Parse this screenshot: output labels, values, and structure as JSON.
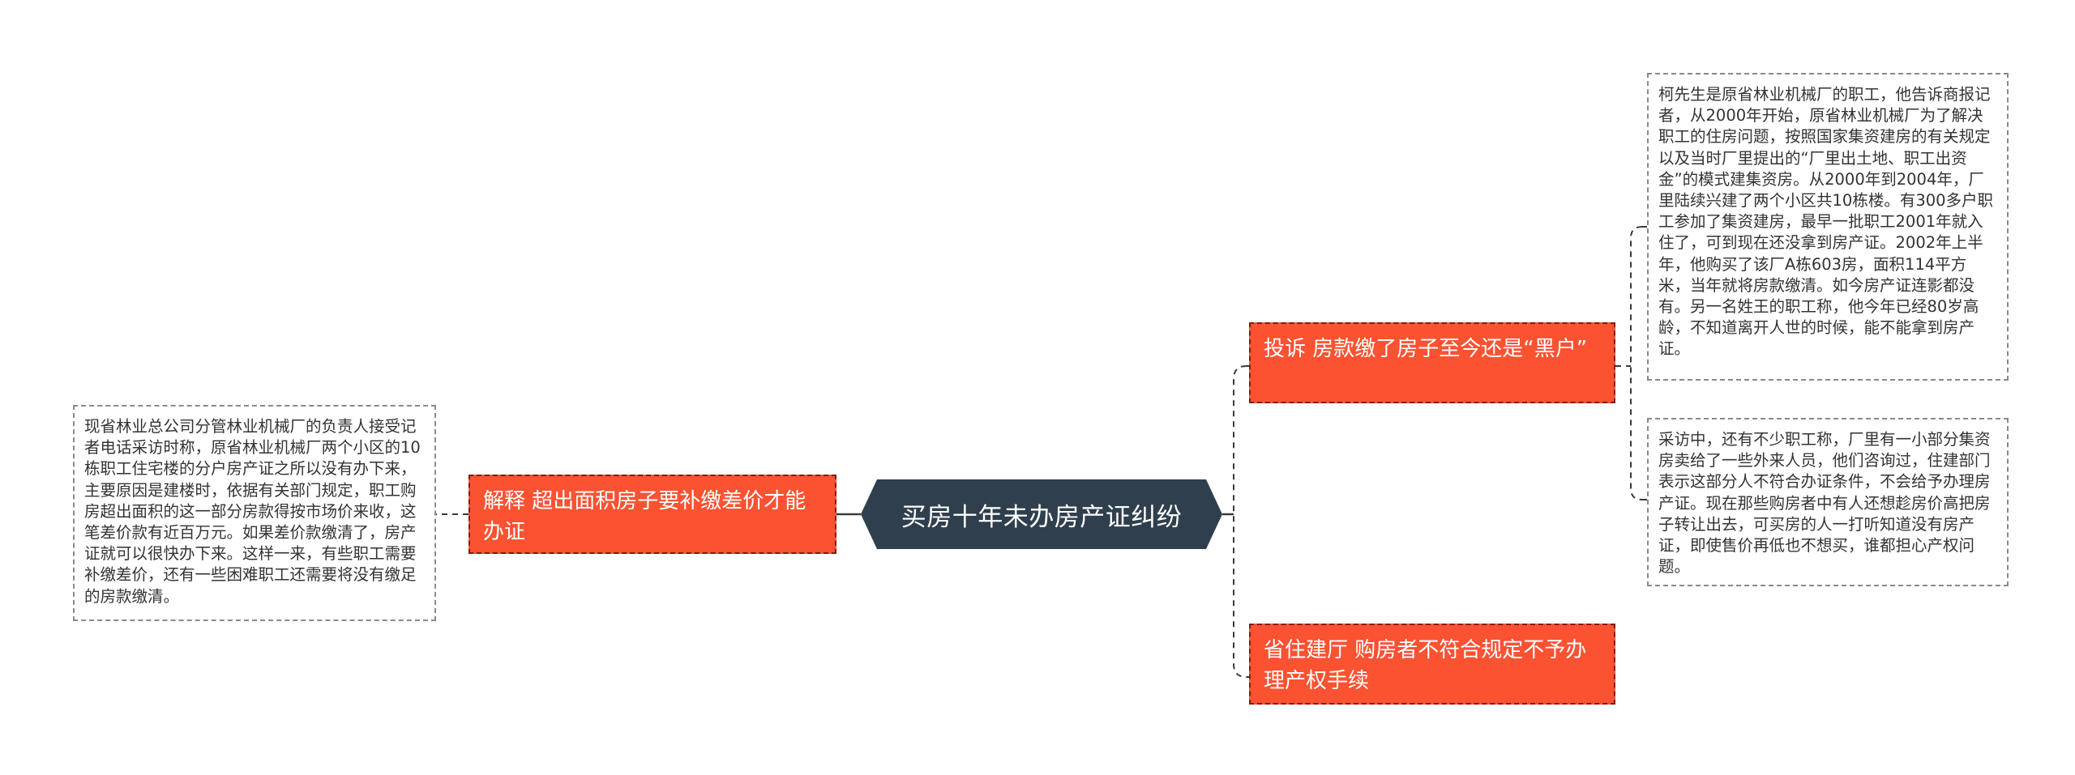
{
  "center": {
    "title": "买房十年未办房产证纠纷"
  },
  "topics": {
    "left": {
      "label": "解释 超出面积房子要补缴差价才能办证",
      "note": "现省林业总公司分管林业机械厂的负责人接受记者电话采访时称，原省林业机械厂两个小区的10栋职工住宅楼的分户房产证之所以没有办下来，主要原因是建楼时，依据有关部门规定，职工购房超出面积的这一部分房款得按市场价来收，这笔差价款有近百万元。如果差价款缴清了，房产证就可以很快办下来。这样一来，有些职工需要补缴差价，还有一些困难职工还需要将没有缴足的房款缴清。"
    },
    "right_top": {
      "label": "投诉 房款缴了房子至今还是“黑户”",
      "notes": [
        "柯先生是原省林业机械厂的职工，他告诉商报记者，从2000年开始，原省林业机械厂为了解决职工的住房问题，按照国家集资建房的有关规定以及当时厂里提出的“厂里出土地、职工出资金”的模式建集资房。从2000年到2004年，厂里陆续兴建了两个小区共10栋楼。有300多户职工参加了集资建房，最早一批职工2001年就入住了，可到现在还没拿到房产证。2002年上半年，他购买了该厂A栋603房，面积114平方米，当年就将房款缴清。如今房产证连影都没有。另一名姓王的职工称，他今年已经80岁高龄，不知道离开人世的时候，能不能拿到房产证。",
        "采访中，还有不少职工称，厂里有一小部分集资房卖给了一些外来人员，他们咨询过，住建部门表示这部分人不符合办证条件，不会给予办理房产证。现在那些购房者中有人还想趁房价高把房子转让出去，可买房的人一打听知道没有房产证，即使售价再低也不想买，谁都担心产权问题。"
      ]
    },
    "right_bottom": {
      "label": "省住建厅 购房者不符合规定不予办理产权手续"
    }
  },
  "colors": {
    "center_fill": "#2f3f4d",
    "topic_fill": "#fb5232",
    "topic_border": "#7a1f10",
    "note_border": "#8a8a8a",
    "connector": "#3a3a3a"
  }
}
